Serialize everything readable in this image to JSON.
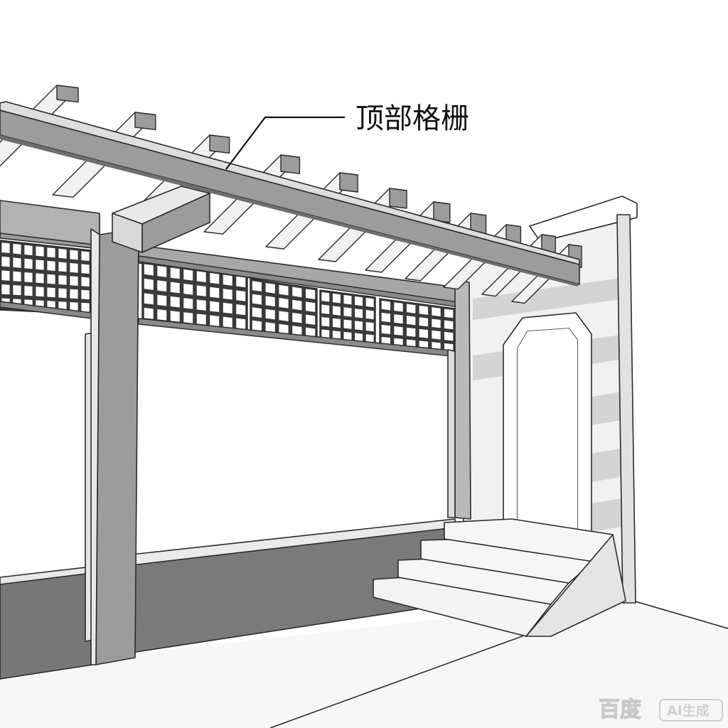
{
  "callout": {
    "label": "顶部格栅"
  },
  "watermark": {
    "brand": "百度",
    "tag": "AI生成"
  },
  "colors": {
    "timber": "#9c9c9c",
    "timber_light": "#e6e6e6",
    "timber_dark": "#6e6e6e",
    "wall_low": "#777777",
    "wall_white": "#ffffff",
    "shadow": "#d2d2d2",
    "line": "#2b2b2b"
  }
}
